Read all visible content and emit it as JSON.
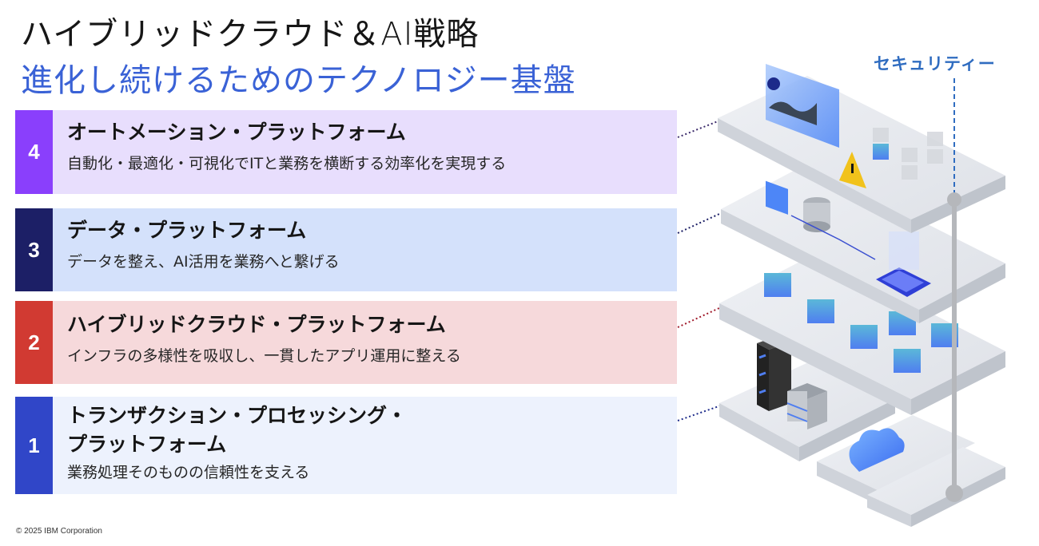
{
  "header": {
    "title": "ハイブリッドクラウド＆AI戦略",
    "subtitle": "進化し続けるためのテクノロジー基盤"
  },
  "layers": [
    {
      "number": "4",
      "title": "オートメーション・プラットフォーム",
      "title_line2": "",
      "description": "自動化・最適化・可視化でITと業務を横断する効率化を実現する",
      "badge_color": "#8a3ffc",
      "bg_color": "#e8defd",
      "connector_color": "#3b2a6b"
    },
    {
      "number": "3",
      "title": "データ・プラットフォーム",
      "title_line2": "",
      "description": "データを整え、AI活用を業務へと繋げる",
      "badge_color": "#1c1f66",
      "bg_color": "#d4e1fb",
      "connector_color": "#1c1f66"
    },
    {
      "number": "2",
      "title": "ハイブリッドクラウド・プラットフォーム",
      "title_line2": "",
      "description": "インフラの多様性を吸収し、一貫したアプリ運用に整える",
      "badge_color": "#d13a32",
      "bg_color": "#f6d9db",
      "connector_color": "#a0192a"
    },
    {
      "number": "1",
      "title": "トランザクション・プロセッシング・",
      "title_line2": "プラットフォーム",
      "description": "業務処理そのものの信頼性を支える",
      "badge_color": "#3046c8",
      "bg_color": "#edf2fd",
      "connector_color": "#1c2a8a"
    }
  ],
  "illustration": {
    "security_label": "セキュリティー",
    "accent_color": "#2f6cc0"
  },
  "colors": {
    "subtitle": "#3a62d6",
    "security": "#2f6cc0"
  },
  "footer": {
    "copyright": "© 2025 IBM Corporation"
  }
}
